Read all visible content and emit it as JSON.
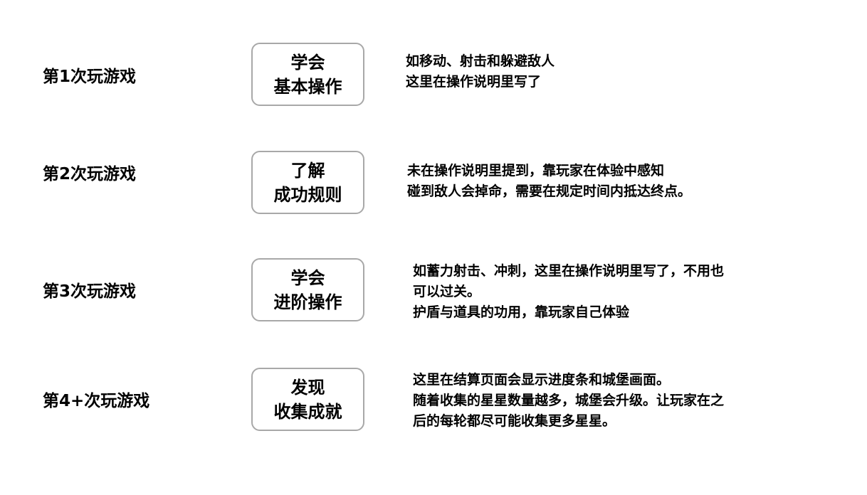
{
  "rows": [
    {
      "label": "第1次玩游戏",
      "box": [
        "学会",
        "基本操作"
      ],
      "desc": [
        "如移动、射击和躲避敌人",
        "这里在操作说明里写了"
      ]
    },
    {
      "label": "第2次玩游戏",
      "box": [
        "了解",
        "成功规则"
      ],
      "desc": [
        "未在操作说明里提到，靠玩家在体验中感知",
        "碰到敌人会掉命，需要在规定时间内抵达终点。"
      ]
    },
    {
      "label": "第3次玩游戏",
      "box": [
        "学会",
        "进阶操作"
      ],
      "desc": [
        "如蓄力射击、冲刺，这里在操作说明里写了，不用也",
        "可以过关。",
        "护盾与道具的功用，靠玩家自己体验"
      ]
    },
    {
      "label": "第4+次玩游戏",
      "box": [
        "发现",
        "收集成就"
      ],
      "desc": [
        "这里在结算页面会显示进度条和城堡画面。",
        "随着收集的星星数量越多，城堡会升级。让玩家在之",
        "后的每轮都尽可能收集更多星星。"
      ]
    }
  ]
}
